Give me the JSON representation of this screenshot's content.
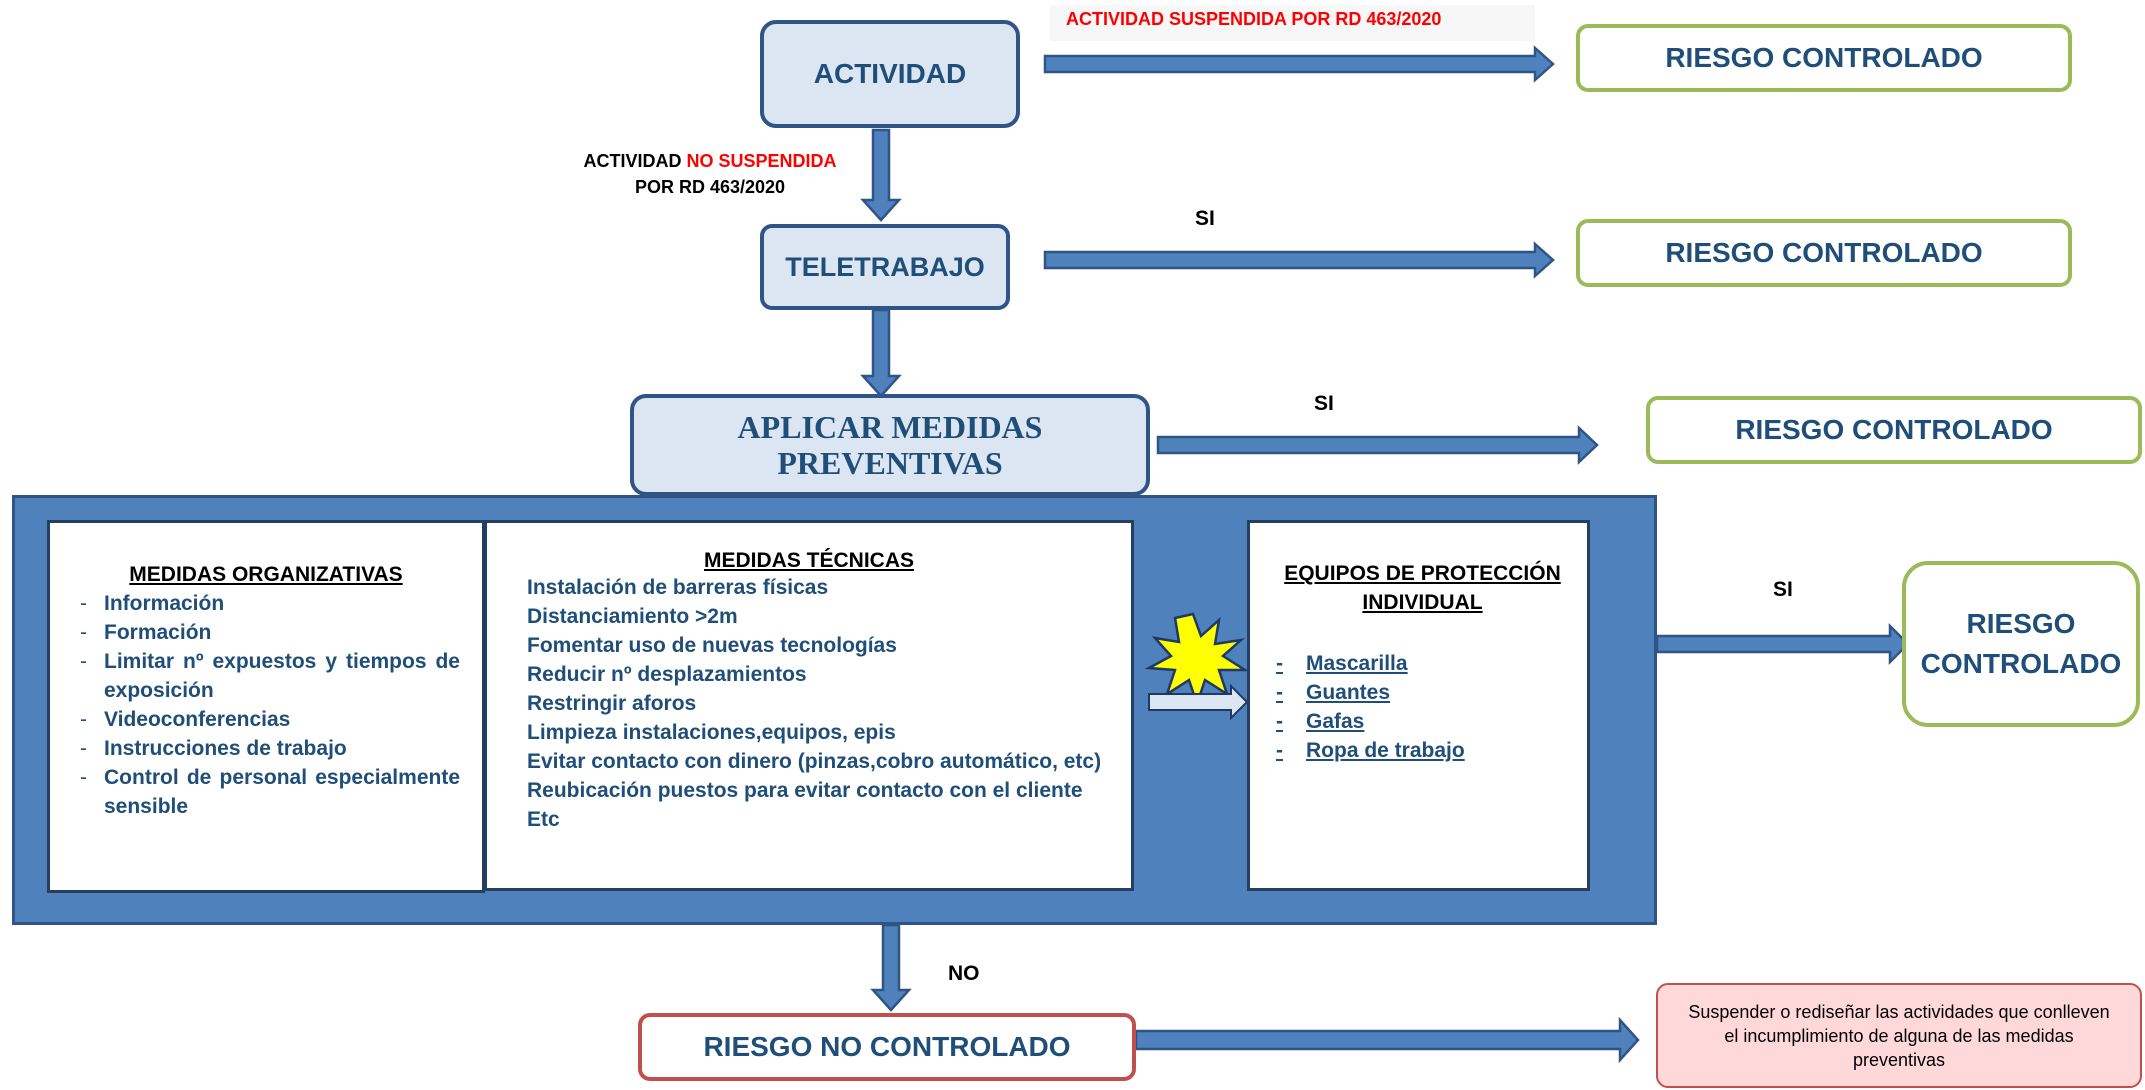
{
  "top_note": "ACTIVIDAD SUSPENDIDA POR RD 463/2020",
  "nodes": {
    "actividad": "ACTIVIDAD",
    "teletrabajo": "TELETRABAJO",
    "aplicar_line1": "APLICAR MEDIDAS",
    "aplicar_line2": "PREVENTIVAS",
    "riesgo_controlado": "RIESGO CONTROLADO",
    "riesgo_line1": "RIESGO",
    "riesgo_line2": "CONTROLADO",
    "riesgo_no_controlado": "RIESGO NO CONTROLADO",
    "suspender_text": "Suspender o rediseñar las actividades que conlleven el incumplimiento de alguna de las medidas preventivas"
  },
  "captions": {
    "no_suspendida_prefix": "ACTIVIDAD",
    "no_suspendida_red": "NO SUSPENDIDA",
    "no_suspendida_line2": "POR RD 463/2020",
    "si": "SI",
    "no": "NO"
  },
  "organizativas": {
    "heading": "MEDIDAS ORGANIZATIVAS",
    "items": [
      "Información",
      "Formación",
      "Limitar nº expuestos y tiempos de exposición",
      "Videoconferencias",
      "Instrucciones de trabajo",
      "Control de personal especialmente sensible"
    ]
  },
  "tecnicas": {
    "heading": "MEDIDAS TÉCNICAS",
    "items": [
      "Instalación de barreras físicas",
      "Distanciamiento >2m",
      "Fomentar uso de nuevas tecnologías",
      "Reducir nº desplazamientos",
      "Restringir aforos",
      "Limpieza instalaciones,equipos, epis",
      "Evitar contacto con dinero (pinzas,cobro automático, etc)",
      "Reubicación puestos para evitar contacto con el cliente",
      "Etc"
    ]
  },
  "epi": {
    "heading_line1": "EQUIPOS DE PROTECCIÓN",
    "heading_line2": "INDIVIDUAL",
    "dash": "-",
    "items": [
      "Mascarilla",
      "Guantes",
      "Gafas",
      "Ropa de trabajo"
    ]
  },
  "colors": {
    "arrow_fill": "#4f81bd",
    "arrow_stroke": "#2f5485",
    "panel": "#4f81bd",
    "green_border": "#9bbb59",
    "red_border": "#c0504d",
    "suspender_fill": "#ffd9d9",
    "starburst": "#ffff00"
  }
}
